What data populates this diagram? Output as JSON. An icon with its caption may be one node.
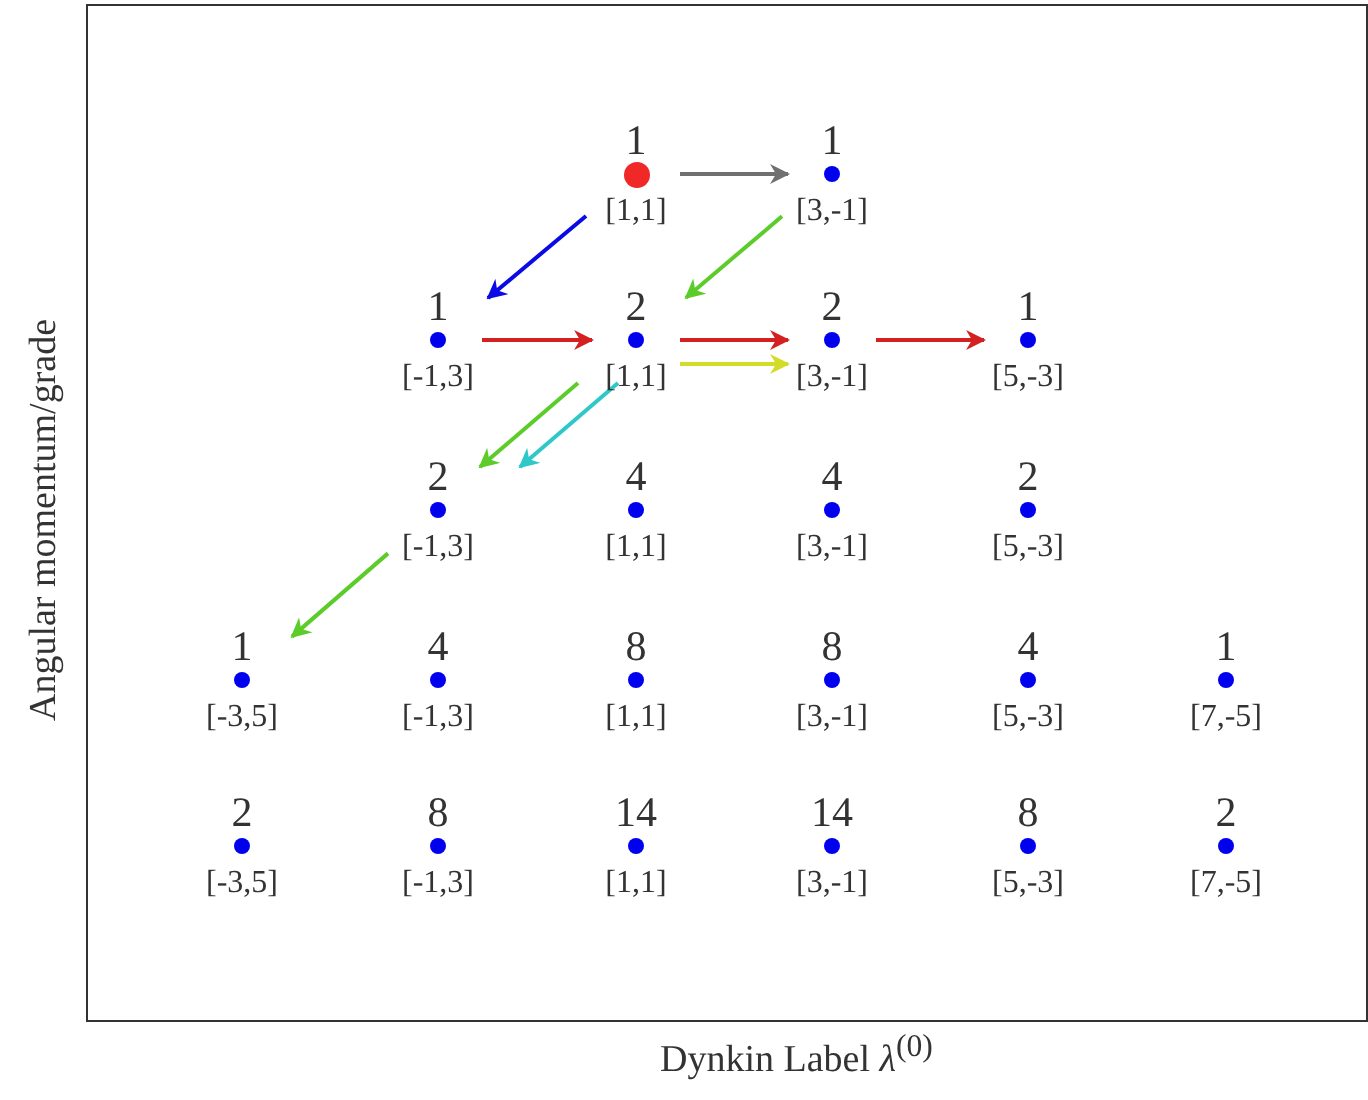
{
  "diagram": {
    "nodes": [
      {
        "text": [
          "1",
          "[1,1]"
        ]
      },
      {
        "text": [
          "1",
          "[3,-1]"
        ]
      },
      {
        "text": [
          "1",
          "[-1,3]"
        ]
      },
      {
        "text": [
          "2",
          "[1,1]"
        ]
      },
      {
        "text": [
          "2",
          "[3,-1]"
        ]
      },
      {
        "text": [
          "1",
          "[5,-3]"
        ]
      },
      {
        "text": [
          "2",
          "[-1,3]"
        ]
      },
      {
        "text": [
          "4",
          "[1,1]"
        ]
      },
      {
        "text": [
          "4",
          "[3,-1]"
        ]
      },
      {
        "text": [
          "2",
          "[5,-3]"
        ]
      },
      {
        "text": [
          "1",
          "[-3,5]"
        ]
      },
      {
        "text": [
          "4",
          "[-1,3]"
        ]
      },
      {
        "text": [
          "8",
          "[1,1]"
        ]
      },
      {
        "text": [
          "8",
          "[3,-1]"
        ]
      },
      {
        "text": [
          "4",
          "[5,-3]"
        ]
      },
      {
        "text": [
          "1",
          "[7,-5]"
        ]
      },
      {
        "text": [
          "2",
          "[-3,5]"
        ]
      },
      {
        "text": [
          "8",
          "[-1,3]"
        ]
      },
      {
        "text": [
          "14",
          "[1,1]"
        ]
      },
      {
        "text": [
          "14",
          "[3,-1]"
        ]
      },
      {
        "text": [
          "8",
          "[5,-3]"
        ]
      },
      {
        "text": [
          "2",
          "[7,-5]"
        ]
      }
    ],
    "edges": [
      {
        "from": 0,
        "to": 1,
        "arrow": "to",
        "color": "#707070"
      },
      {
        "from": 0,
        "to": 2,
        "arrow": "to",
        "color": "#0a0ae6"
      },
      {
        "from": 1,
        "to": 3,
        "arrow": "to",
        "color": "#5ccc2a"
      },
      {
        "from": 2,
        "to": 3,
        "arrow": "to",
        "color": "#d42020"
      },
      {
        "from": 3,
        "to": 4,
        "arrow": "to",
        "color": "#d42020"
      },
      {
        "from": 3,
        "to": 4,
        "arrow": "to",
        "color": "#d4dc2a"
      },
      {
        "from": 4,
        "to": 5,
        "arrow": "to",
        "color": "#d42020"
      },
      {
        "from": 3,
        "to": 6,
        "arrow": "to",
        "color": "#5ccc2a"
      },
      {
        "from": 3,
        "to": 6,
        "arrow": "to",
        "color": "#2ec8c8"
      },
      {
        "from": 6,
        "to": 10,
        "arrow": "to",
        "color": "#5ccc2a"
      }
    ],
    "labels": [
      "Angular momentum/grade",
      "Dynkin Label *λ*$^{(0)}$"
    ]
  }
}
